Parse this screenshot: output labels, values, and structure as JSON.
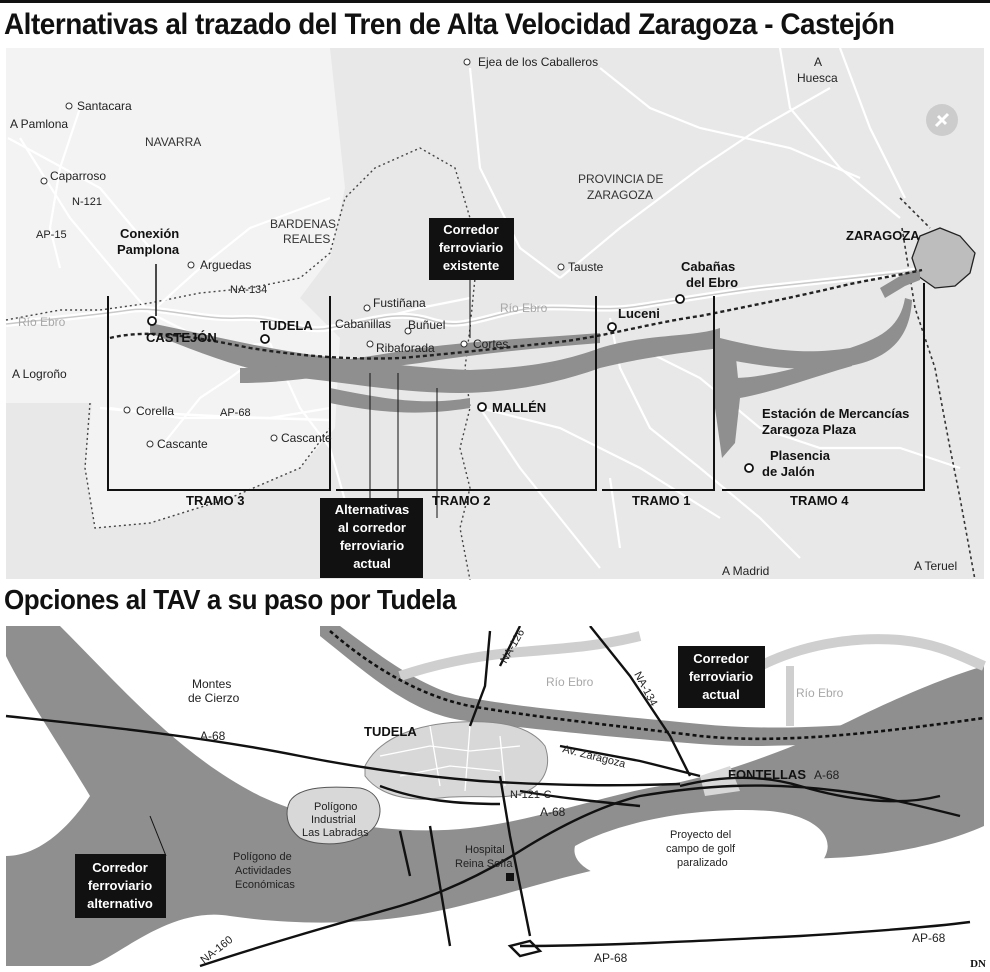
{
  "map1": {
    "title": "Alternativas al trazado del Tren de Alta Velocidad Zaragoza - Castejón",
    "places": {
      "ejea": "Ejea de los Caballeros",
      "santacara": "Santacara",
      "a_pamplona": "A Pamlona",
      "navarra": "NAVARRA",
      "caparroso": "Caparroso",
      "n121": "N-121",
      "ap15": "AP-15",
      "conexion1": "Conexión",
      "conexion2": "Pamplona",
      "bardenas1": "BARDENAS",
      "bardenas2": "REALES",
      "arguedas": "Arguedas",
      "na134": "NA-134",
      "rio_ebro_w": "Río Ebro",
      "castejon": "CASTEJÓN",
      "tudela": "TUDELA",
      "fustinana": "Fustiñana",
      "cabanillas": "Cabanillas",
      "bunuel": "Buñuel",
      "ribaforada": "Ribaforada",
      "cortes": "Cortes",
      "rio_ebro_c": "Río Ebro",
      "a_logrono": "A Logroño",
      "corella": "Corella",
      "ap68": "AP-68",
      "cascante": "Cascante",
      "cascante2": "Cascante",
      "mallen": "MALLÉN",
      "provincia1": "PROVINCIA DE",
      "provincia2": "ZARAGOZA",
      "tauste": "Tauste",
      "cabanas1": "Cabañas",
      "cabanas2": "del Ebro",
      "luceni": "Luceni",
      "zaragoza": "ZARAGOZA",
      "a_huesca1": "A",
      "a_huesca2": "Huesca",
      "estacion1": "Estación de Mercancías",
      "estacion2": "Zaragoza Plaza",
      "plasencia1": "Plasencia",
      "plasencia2": "de Jalón",
      "a_madrid": "A Madrid",
      "a_teruel": "A Teruel"
    },
    "boxes": {
      "corredor_existente": [
        "Corredor",
        "ferroviario",
        "existente"
      ],
      "alternativas": [
        "Alternativas",
        "al corredor",
        "ferroviario",
        "actual"
      ]
    },
    "tramos": {
      "t3": "TRAMO 3",
      "t2": "TRAMO 2",
      "t1": "TRAMO 1",
      "t4": "TRAMO 4"
    }
  },
  "map2": {
    "title": "Opciones al TAV a su paso por Tudela",
    "places": {
      "montes1": "Montes",
      "montes2": "de Cierzo",
      "a68_w": "A-68",
      "na126": "NA-126",
      "rio_ebro_1": "Río Ebro",
      "na134": "NA-134",
      "rio_ebro_2": "Río Ebro",
      "tudela": "TUDELA",
      "av_zaragoza": "Av. Zaragoza",
      "fontellas": "FONTELLAS",
      "a68_e": "A-68",
      "n121c": "N-121-C",
      "a68_c": "A-68",
      "poligono_ind1": "Polígono",
      "poligono_ind2": "Industrial",
      "poligono_ind3": "Las Labradas",
      "hospital1": "Hospital",
      "hospital2": "Reina Sofía",
      "golf1": "Proyecto del",
      "golf2": "campo de golf",
      "golf3": "paralizado",
      "poligono_act1": "Polígono de",
      "poligono_act2": "Actividades",
      "poligono_act3": "Económicas",
      "na160": "NA-160",
      "ap68_s": "AP-68",
      "ap68_se": "AP-68"
    },
    "boxes": {
      "corredor_actual": [
        "Corredor",
        "ferroviario",
        "actual"
      ],
      "corredor_alternativo": [
        "Corredor",
        "ferroviario",
        "alternativo"
      ]
    }
  },
  "credit": "DN"
}
